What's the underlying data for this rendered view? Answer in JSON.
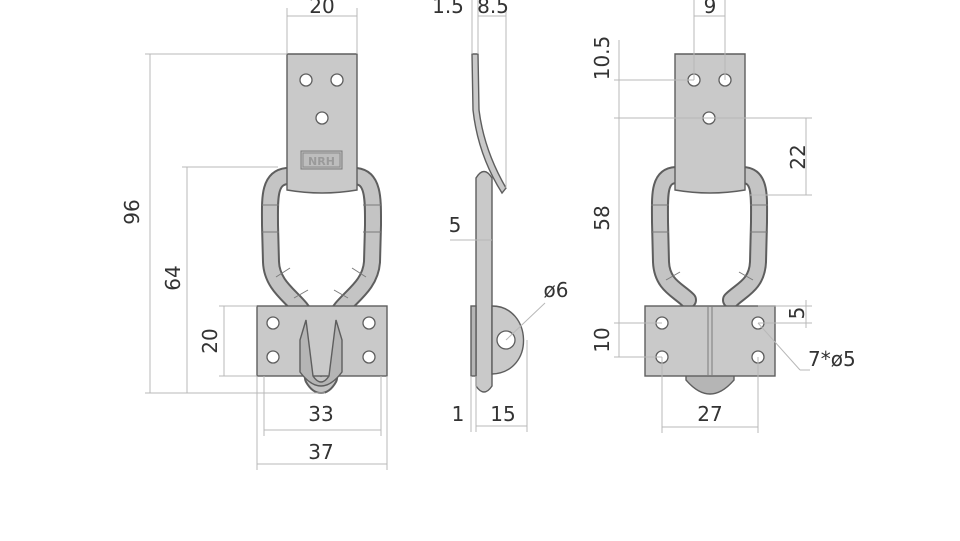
{
  "front_view": {
    "dims": {
      "plate_width": "20",
      "overall_height": "96",
      "loop_height": "64",
      "base_height": "20",
      "base_inner_width": "33",
      "base_outer_width": "37"
    },
    "logo_text": "NRH"
  },
  "side_view": {
    "dims": {
      "thickness": "1.5",
      "hook_offset": "8.5",
      "wire_offset": "5",
      "eye_diameter": "ø6",
      "base_thickness": "1",
      "base_depth": "15"
    }
  },
  "back_view": {
    "dims": {
      "hole_spacing": "9",
      "top_offset": "10.5",
      "hole_to_loop": "22",
      "hole_to_base": "58",
      "base_hole_spacing_v": "10",
      "base_hole_offset": "5",
      "hole_spec": "7*ø5",
      "base_hole_spacing_h": "27"
    }
  }
}
